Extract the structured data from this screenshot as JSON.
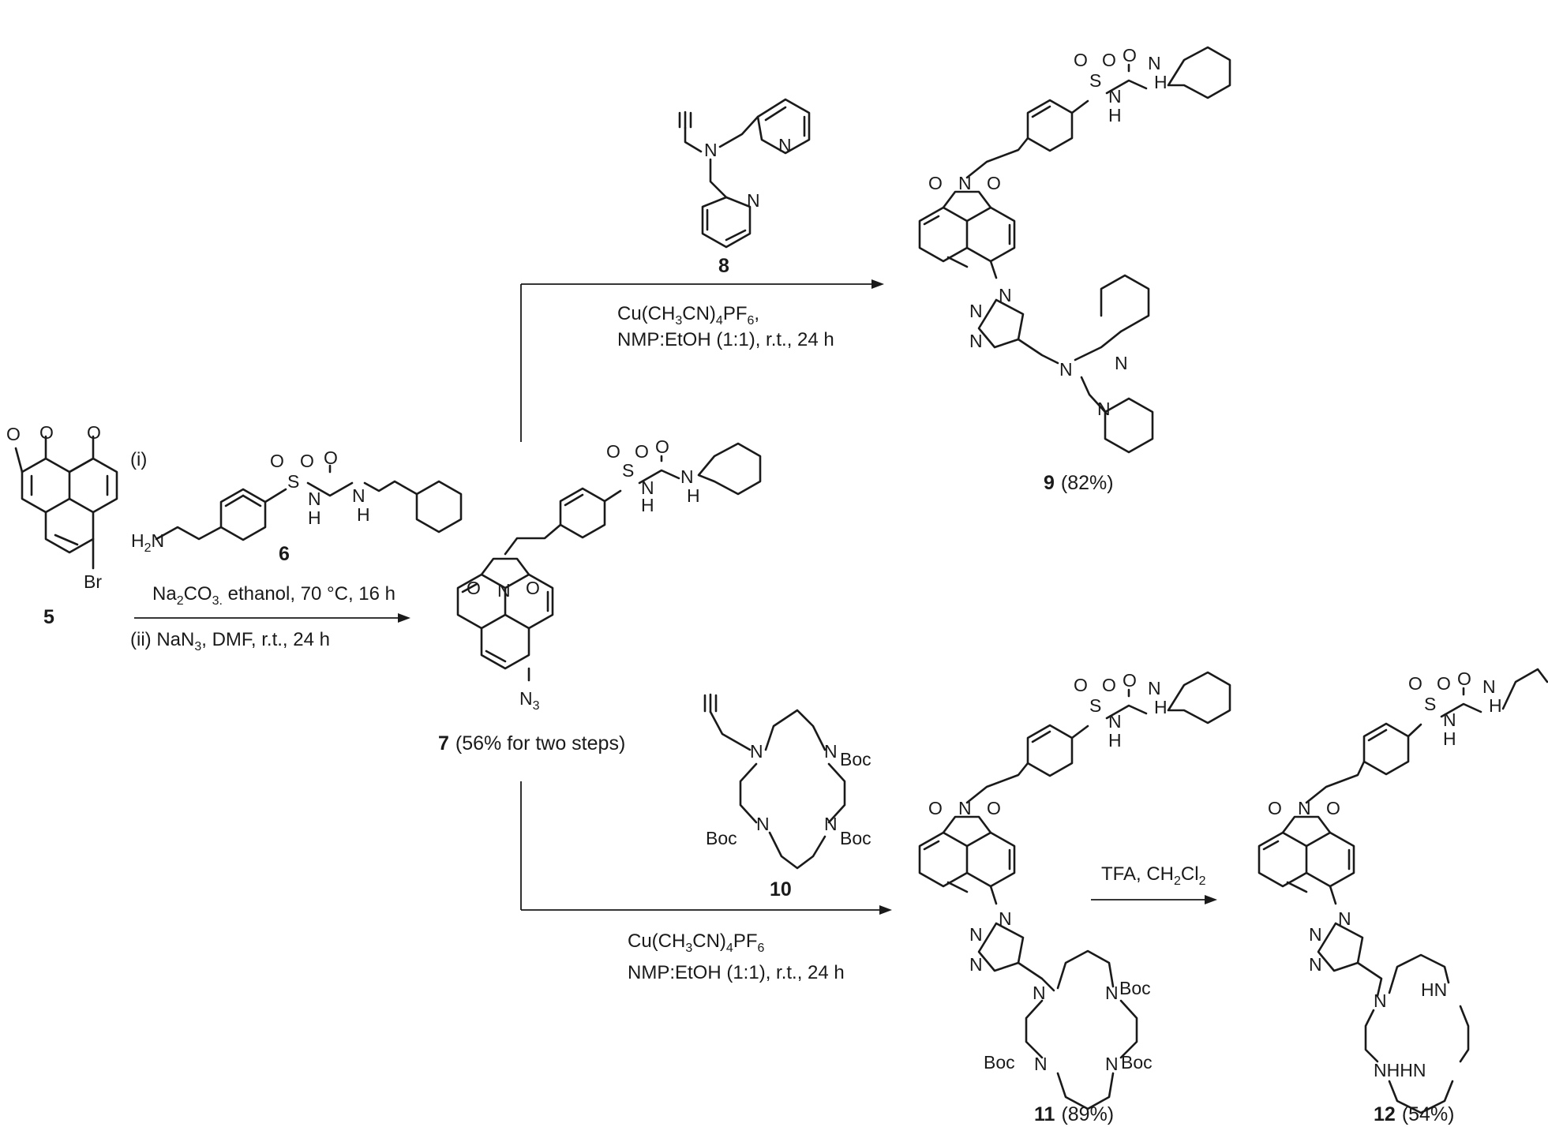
{
  "compounds": {
    "c5": {
      "number": "5",
      "yield": ""
    },
    "c6": {
      "number": "6",
      "yield": ""
    },
    "c7": {
      "number": "7",
      "yield": "(56% for two steps)"
    },
    "c8": {
      "number": "8",
      "yield": ""
    },
    "c9": {
      "number": "9",
      "yield": "(82%)"
    },
    "c10": {
      "number": "10",
      "yield": ""
    },
    "c11": {
      "number": "11",
      "yield": "(89%)"
    },
    "c12": {
      "number": "12",
      "yield": "(54%)"
    }
  },
  "step1": {
    "label_i": "(i)",
    "cond_a": "Na",
    "cond_a_sub": "2",
    "cond_b": "CO",
    "cond_b_sub": "3.",
    "cond_c": " ethanol, 70 °C, 16 h",
    "label_ii": "(ii)",
    "cond_d": " NaN",
    "cond_d_sub": "3",
    "cond_e": ", DMF, r.t., 24 h"
  },
  "step2": {
    "p1": "Cu(CH",
    "s1": "3",
    "p2": "CN)",
    "s2": "4",
    "p3": "PF",
    "s3": "6",
    "p4": ",",
    "line2": "NMP:EtOH (1:1), r.t., 24 h"
  },
  "step3": {
    "p1": "Cu(CH",
    "s1": "3",
    "p2": "CN)",
    "s2": "4",
    "p3": "PF",
    "s3": "6",
    "line2": "NMP:EtOH (1:1), r.t., 24 h"
  },
  "step4": {
    "p1": "TFA, CH",
    "s1": "2",
    "p2": "Cl",
    "s2": "2"
  },
  "atoms": {
    "O": "O",
    "S": "S",
    "N": "N",
    "NH": "NH",
    "H": "H",
    "Br": "Br",
    "H2N_H": "H",
    "H2N_2": "2",
    "H2N_N": "N",
    "N3_N": "N",
    "N3_3": "3",
    "Boc": "Boc",
    "HN": "HN",
    "NHHN": "NHHN"
  }
}
